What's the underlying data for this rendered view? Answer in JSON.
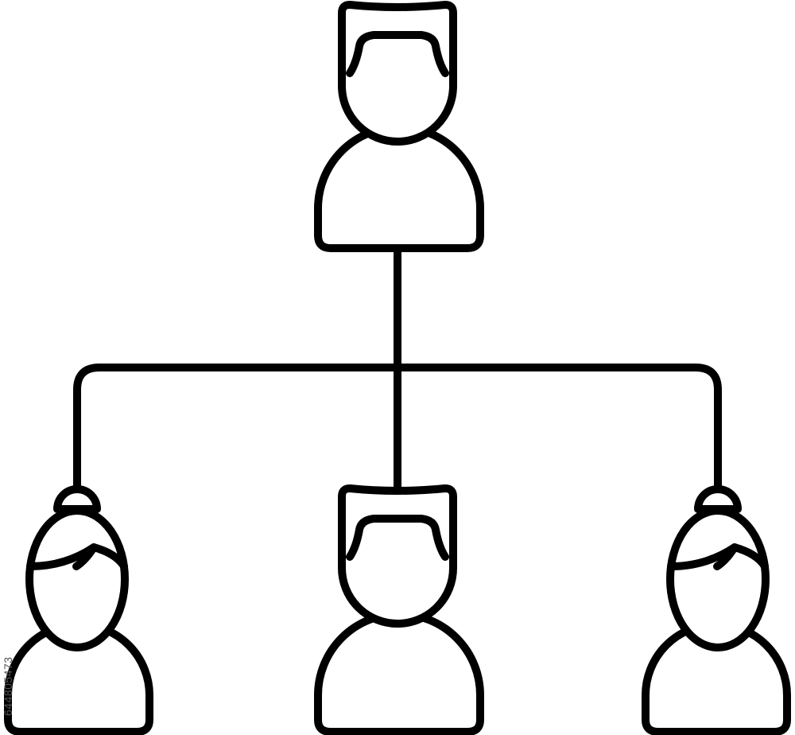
{
  "watermark": {
    "text": "644805473"
  },
  "diagram": {
    "style": "line-icon",
    "stroke_color": "#000000",
    "background_color": "#ffffff",
    "nodes": [
      {
        "id": "top-man",
        "role": "manager",
        "gender": "male"
      },
      {
        "id": "bottom-left-woman",
        "role": "employee",
        "gender": "female"
      },
      {
        "id": "bottom-middle-man",
        "role": "employee",
        "gender": "male"
      },
      {
        "id": "bottom-right-woman",
        "role": "employee",
        "gender": "female"
      }
    ],
    "edges": [
      {
        "from": "top-man",
        "to": "bottom-left-woman"
      },
      {
        "from": "top-man",
        "to": "bottom-middle-man"
      },
      {
        "from": "top-man",
        "to": "bottom-right-woman"
      }
    ]
  }
}
